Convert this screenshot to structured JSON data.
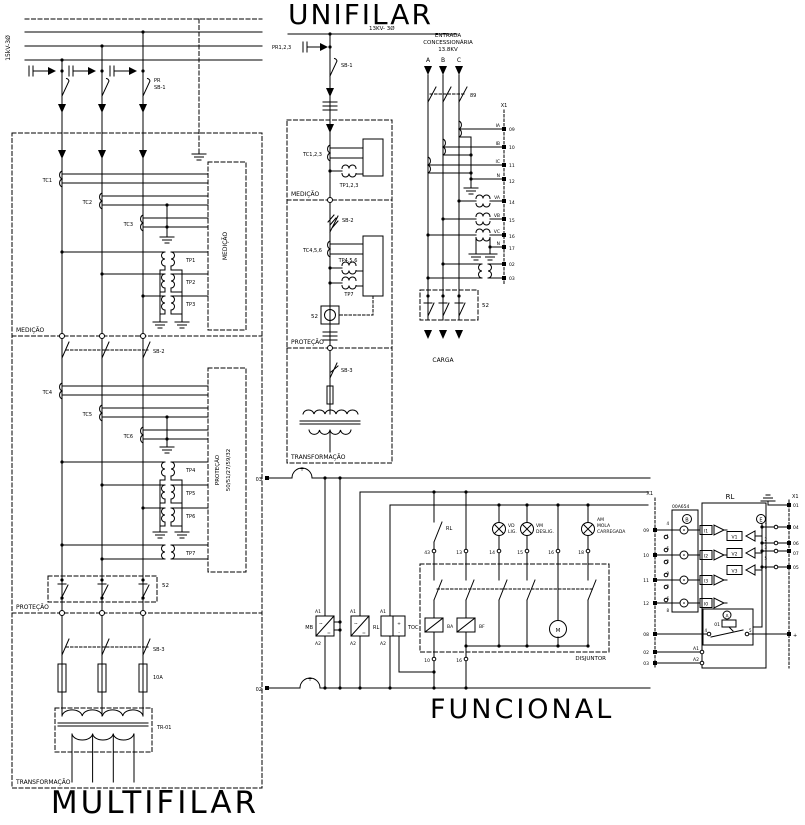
{
  "colors": {
    "ink": "#000000",
    "paper": "#ffffff"
  },
  "titles": {
    "unifilar": "UNIFILAR",
    "multifilar": "MULTIFILAR",
    "funcional": "FUNCIONAL"
  },
  "m": {
    "bus": "15kV-3Ø",
    "pr": "PR",
    "sb1": "SB-1",
    "tc1": "TC1",
    "tc2": "TC2",
    "tc3": "TC3",
    "box_med": "MEDIÇÃO",
    "tp1": "TP1",
    "tp2": "TP2",
    "tp3": "TP3",
    "zone_med": "MEDIÇÃO",
    "sb2": "SB-2",
    "tc4": "TC4",
    "tc5": "TC5",
    "tc6": "TC6",
    "box_prot1": "PROTEÇÃO",
    "box_prot2": "50/51/27/59/32",
    "tp4": "TP4",
    "tp5": "TP5",
    "tp6": "TP6",
    "tp7": "TP7",
    "b52": "52",
    "zone_prot": "PROTEÇÃO",
    "sb3": "SB-3",
    "fuse": "10A",
    "trafo": "TR-01",
    "zone_traf": "TRANSFORMAÇÃO"
  },
  "u": {
    "bus": "13KV- 3Ø",
    "pr": "PR1,2,3",
    "sb1": "SB-1",
    "tc123": "TC1,2,3",
    "tp123": "TP1,2,3",
    "zone_med": "MEDIÇÃO",
    "sb2": "SB-2",
    "tc456": "TC4,5,6",
    "tp456": "TP4,5,6",
    "tp7": "TP7",
    "b52": "52",
    "zone_prot": "PROTEÇÃO",
    "sb3": "SB-3",
    "zone_traf": "TRANSFORMAÇÃO"
  },
  "e": {
    "l1": "ENTRADA",
    "l2": "CONCESSIONÁRIA",
    "l3": "13.8KV",
    "pa": "A",
    "pb": "B",
    "pc": "C",
    "sw": "89",
    "x1": "X1",
    "cr": [
      {
        "label": "IA",
        "term": "09"
      },
      {
        "label": "IB",
        "term": "10"
      },
      {
        "label": "IC",
        "term": "11"
      },
      {
        "label": "N",
        "term": "12"
      }
    ],
    "vr": [
      {
        "label": "VA",
        "term": "14"
      },
      {
        "label": "VB",
        "term": "15"
      },
      {
        "label": "VC",
        "term": "16"
      },
      {
        "label": "N",
        "term": "17"
      }
    ],
    "aux": [
      "02",
      "03"
    ],
    "b52": "52",
    "carga": "CARGA"
  },
  "f": {
    "t03": "03",
    "t02": "02",
    "plus": "+",
    "mb": "MB",
    "rl": "RL",
    "toc": "TOC",
    "a1": "A1",
    "a2": "A2",
    "tilde": "~",
    "eq": "=",
    "tplus": "+",
    "tminus": "-",
    "rl_contact": "RL",
    "t43": "43",
    "t13": "13",
    "t14": "14",
    "t15": "15",
    "t16": "16",
    "t18": "18",
    "t10": "10",
    "t16b": "16",
    "vd1": "VD",
    "vd2": "LIG.",
    "vm1": "VM",
    "vm2": "DESLIG.",
    "am1": "AM",
    "am2": "MOLA",
    "am3": "CARREGADA",
    "ba": "BA",
    "bf": "BF",
    "m": "M",
    "disjuntor": "DISJUNTOR"
  },
  "r": {
    "x1": "X1",
    "rl": "RL",
    "model": "00A654",
    "b": "B",
    "e": "E",
    "a": "A",
    "i": [
      "I1",
      "I2",
      "I3",
      "I0"
    ],
    "v": [
      "V1",
      "V2",
      "V3"
    ],
    "lt": [
      "09",
      "10",
      "11",
      "12"
    ],
    "lt2": [
      "08",
      "02",
      "03"
    ],
    "rt": [
      "01",
      "04",
      "06",
      "07",
      "05"
    ],
    "wn": [
      "4",
      "1",
      "5",
      "2",
      "9",
      "3",
      "6",
      "8"
    ],
    "wn2": [
      "1",
      "2",
      "3",
      "5",
      "6"
    ],
    "coil": "01",
    "c4": "4",
    "c5": "5",
    "a1": "A1",
    "a2": "A2",
    "plus": "+"
  }
}
